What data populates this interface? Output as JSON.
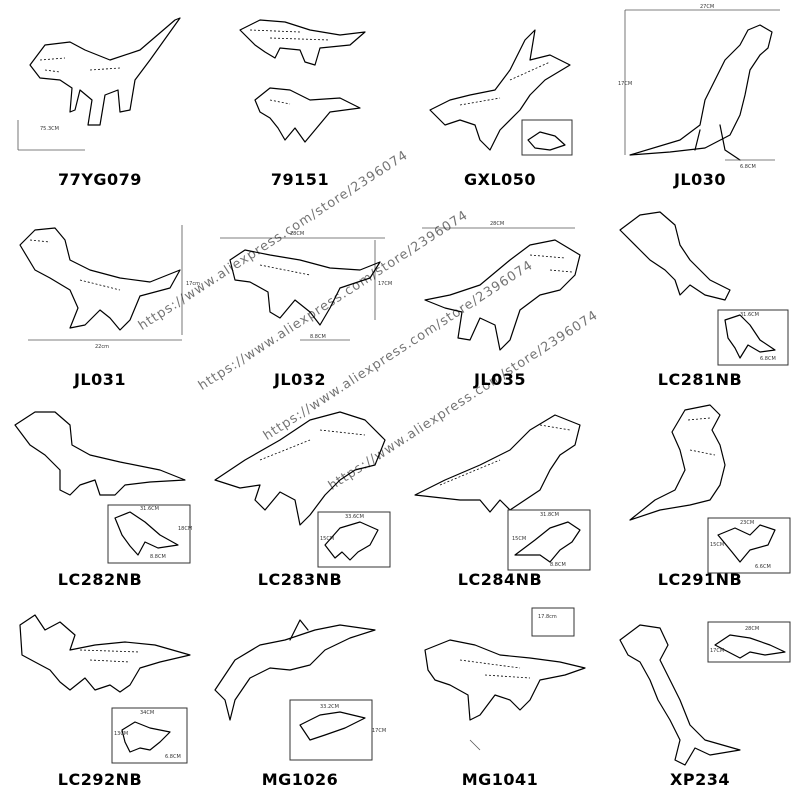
{
  "products": [
    {
      "code": "77YG079",
      "dims": [
        "75.3CM"
      ]
    },
    {
      "code": "79151",
      "dims": []
    },
    {
      "code": "GXL050",
      "dims": []
    },
    {
      "code": "JL030",
      "dims": [
        "27CM",
        "17CM",
        "6.8CM"
      ]
    },
    {
      "code": "JL031",
      "dims": [
        "17cm",
        "22cm"
      ]
    },
    {
      "code": "JL032",
      "dims": [
        "28CM",
        "8.8CM",
        "17CM"
      ]
    },
    {
      "code": "JL035",
      "dims": [
        "28CM"
      ]
    },
    {
      "code": "LC281NB",
      "dims": [
        "31.6CM",
        "6.8CM"
      ]
    },
    {
      "code": "LC282NB",
      "dims": [
        "31.6CM",
        "8.8CM",
        "18CM"
      ]
    },
    {
      "code": "LC283NB",
      "dims": [
        "33.6CM",
        "15CM"
      ]
    },
    {
      "code": "LC284NB",
      "dims": [
        "31.8CM",
        "15CM",
        "8.8CM"
      ]
    },
    {
      "code": "LC291NB",
      "dims": [
        "23CM",
        "15CM",
        "6.6CM"
      ]
    },
    {
      "code": "LC292NB",
      "dims": [
        "34CM",
        "13CM",
        "6.8CM"
      ]
    },
    {
      "code": "MG1026",
      "dims": [
        "33.2CM",
        "17CM"
      ]
    },
    {
      "code": "MG1041",
      "dims": [
        "17.8cm"
      ]
    },
    {
      "code": "XP234",
      "dims": [
        "28CM",
        "17CM"
      ]
    }
  ],
  "watermark": {
    "text": "https://www.aliexpress.com/store/2396074"
  }
}
